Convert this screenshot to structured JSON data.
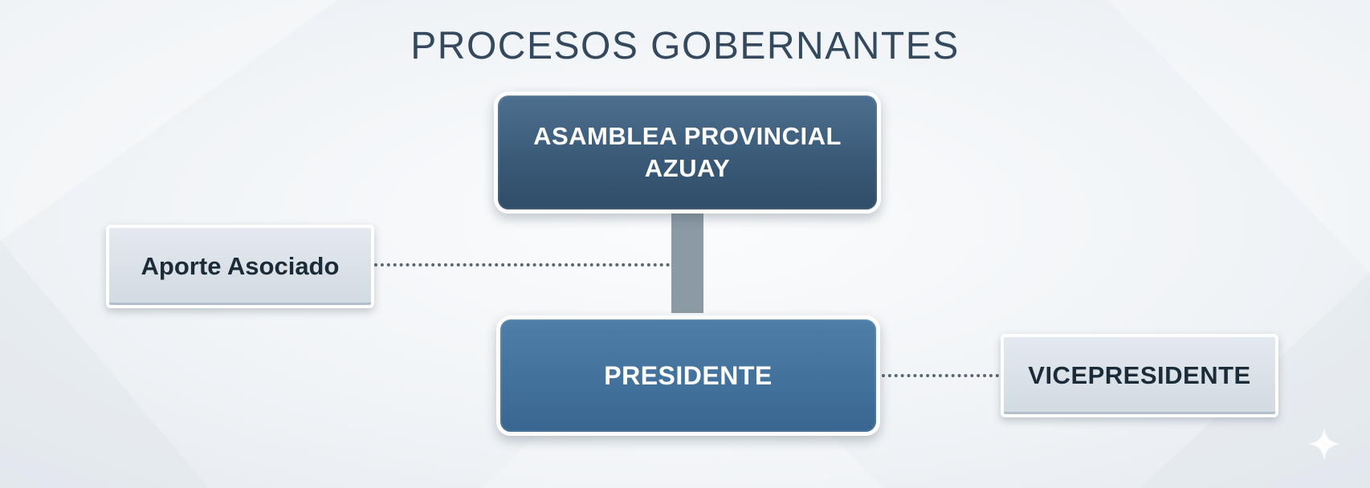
{
  "title": "PROCESOS GOBERNANTES",
  "nodes": {
    "asamblea": "ASAMBLEA PROVINCIAL AZUAY",
    "presidente": "PRESIDENTE",
    "aporte": "Aporte Asociado",
    "vice": "VICEPRESIDENTE"
  },
  "colors": {
    "dark_box": "#3a5a78",
    "mid_box": "#41709b",
    "light_box": "#d8e0e6",
    "connector": "#8c9aa5",
    "title_text": "#34495e",
    "light_text": "#1c2b38"
  },
  "icons": {
    "corner": "sparkle-icon"
  }
}
